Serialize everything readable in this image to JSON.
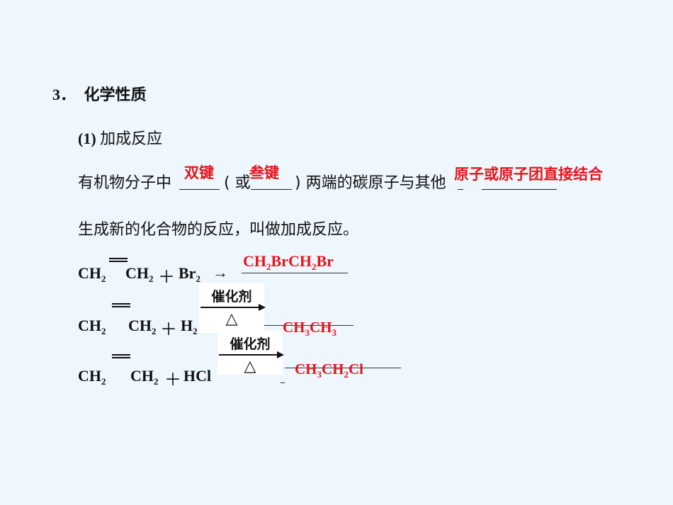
{
  "section": {
    "number": "3．",
    "title": "化学性质"
  },
  "subsection": {
    "number": "(1)",
    "title": "加成反应"
  },
  "definition": {
    "part1": "有机物分子中",
    "blank1_answer": "双键",
    "part2": "( 或",
    "blank2_answer": "叁键",
    "part3": ") 两端的碳原子与其他",
    "blank3_answer": "原子或原子团直接结合",
    "line2": "生成新的化合物的反应，叫做加成反应。"
  },
  "reactions": [
    {
      "reactant1": "CH",
      "reactant1_sub": "2",
      "reactant2": "CH",
      "reactant2_sub": "2",
      "plus": "＋",
      "reagent": "Br",
      "reagent_sub": "2",
      "arrow": "→",
      "product_parts": [
        "CH",
        "2",
        "BrCH",
        "2",
        "Br"
      ]
    },
    {
      "reactant1": "CH",
      "reactant1_sub": "2",
      "reactant2": "CH",
      "reactant2_sub": "2",
      "plus": "＋",
      "reagent": "H",
      "reagent_sub": "2",
      "condition_top": "催化剂",
      "condition_bottom": "△",
      "product_parts": [
        "CH",
        "3",
        "CH",
        "3"
      ]
    },
    {
      "reactant1": "CH",
      "reactant1_sub": "2",
      "reactant2": "CH",
      "reactant2_sub": "2",
      "plus": "＋",
      "reagent": "HCl",
      "condition_top": "催化剂",
      "condition_bottom": "△",
      "product_parts": [
        "CH",
        "3",
        "CH",
        "2",
        "Cl"
      ]
    }
  ],
  "colors": {
    "background": "#EEF6FE",
    "answer_red": "#E8141B",
    "text": "#111111"
  }
}
